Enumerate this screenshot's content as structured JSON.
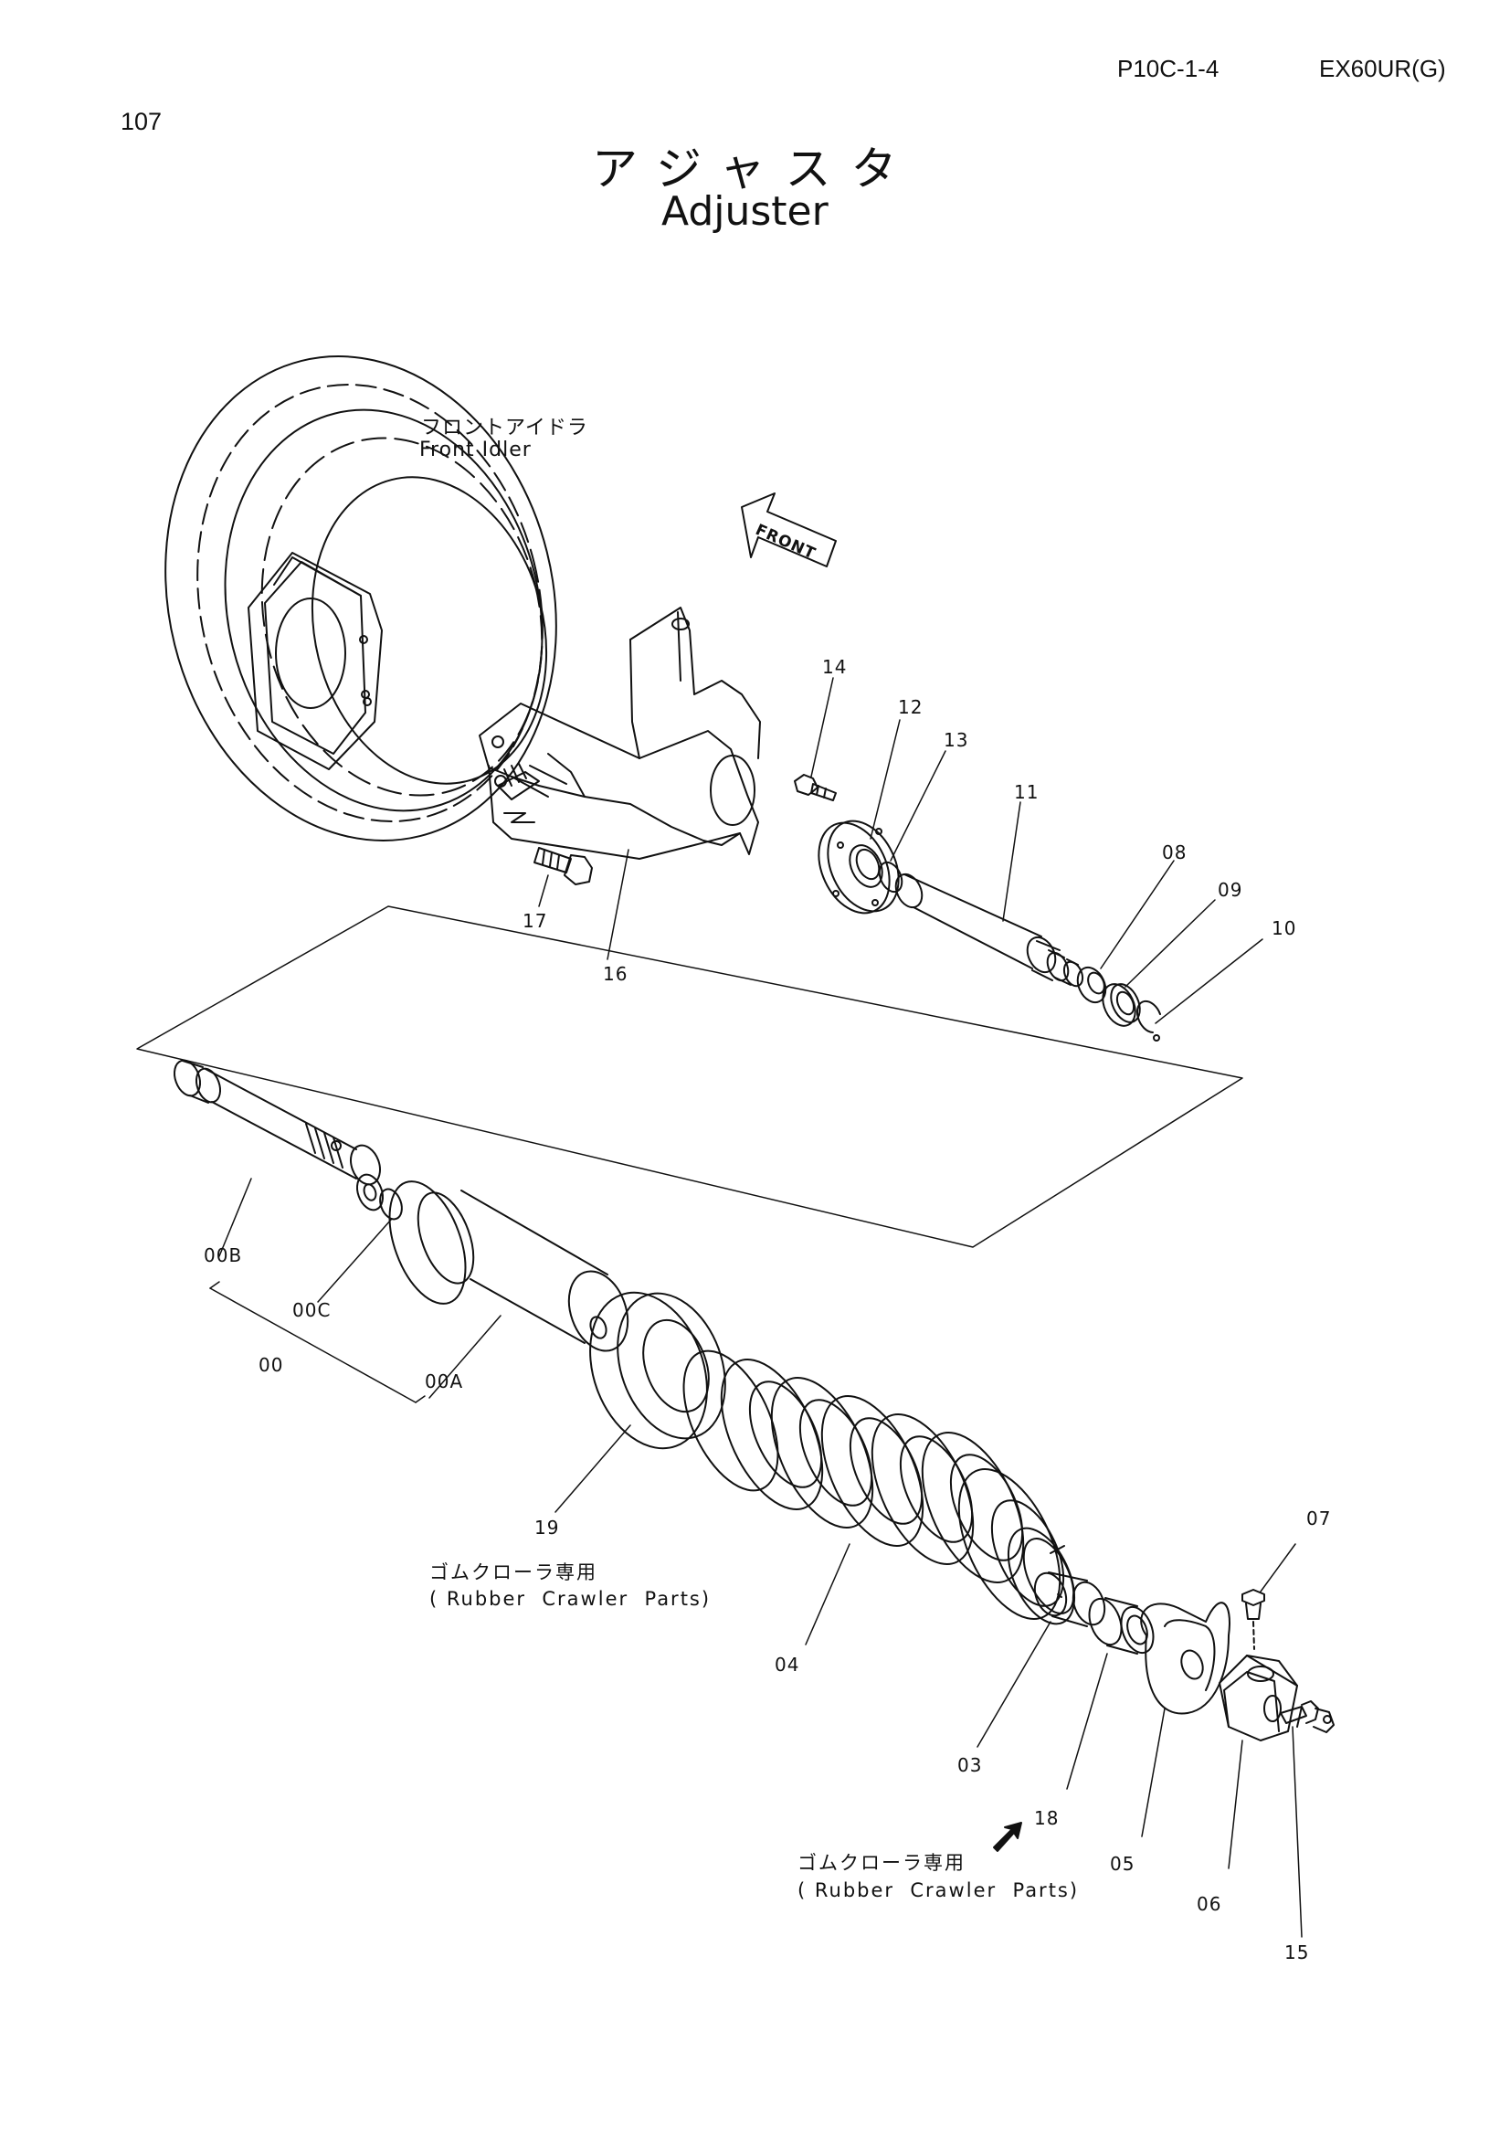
{
  "header": {
    "page_code": "P10C-1-4",
    "model": "EX60UR(G)",
    "page_number": "107"
  },
  "title": {
    "japanese": "アジャスタ",
    "english": "Adjuster"
  },
  "callouts": {
    "front_idler_jp": "フロントアイドラ",
    "front_idler_en": "Front Idler",
    "front_arrow": "FRONT",
    "rubber_crawler_jp_1": "ゴムクローラ専用",
    "rubber_crawler_en_1": "( Rubber  Crawler  Parts)",
    "rubber_crawler_jp_2": "ゴムクローラ専用",
    "rubber_crawler_en_2": "( Rubber  Crawler  Parts)"
  },
  "part_numbers": {
    "p14": "14",
    "p12": "12",
    "p13": "13",
    "p11": "11",
    "p08": "08",
    "p09": "09",
    "p10": "10",
    "p17": "17",
    "p16": "16",
    "p00B": "00B",
    "p00C": "00C",
    "p00": "00",
    "p00A": "00A",
    "p19": "19",
    "p07": "07",
    "p04": "04",
    "p03": "03",
    "p18": "18",
    "p05": "05",
    "p06": "06",
    "p15": "15"
  }
}
